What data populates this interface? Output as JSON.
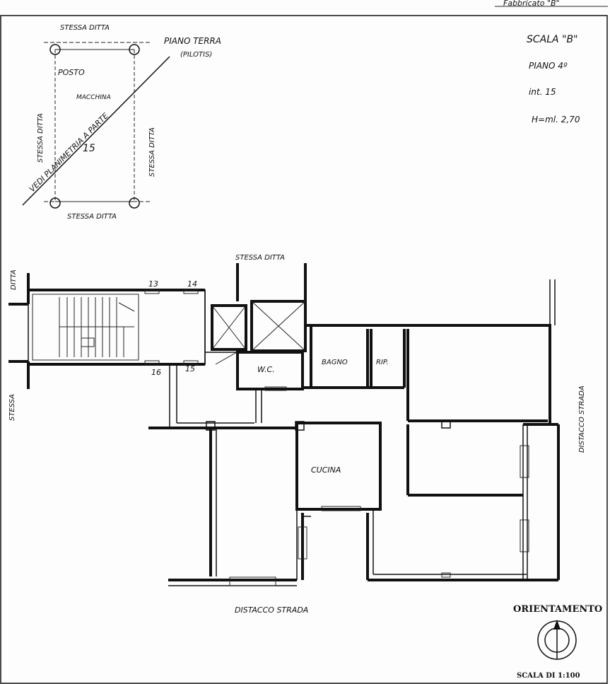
{
  "header": {
    "fabbricato": "Fabbricato \"B\""
  },
  "info": {
    "scala": "SCALA \"B\"",
    "piano": "PIANO 4º",
    "interno": "int. 15",
    "altezza": "H=ml. 2,70"
  },
  "inset": {
    "top": "STESSA DITTA",
    "bottom": "STESSA DITTA",
    "left": "STESSA DITTA",
    "right": "STESSA DITTA",
    "posto": "POSTO",
    "macchina": "MACCHINA",
    "number": "15",
    "piano_terra": "PIANO TERRA",
    "pilotis": "(PILOTIS)",
    "vedi": "VEDI PLANIMETRIA A PARTE"
  },
  "plan": {
    "stessa_ditta_top": "STESSA DITTA",
    "ditta_left": "DITTA",
    "stessa_left": "STESSA",
    "distacco_right": "DISTACCO STRADA",
    "distacco_bottom": "DISTACCO STRADA",
    "wc": "W.C.",
    "bagno": "BAGNO",
    "rip": "RIP.",
    "cucina": "CUCINA",
    "n13": "13",
    "n14": "14",
    "n15": "15",
    "n16": "16"
  },
  "footer": {
    "orientamento": "ORIENTAMENTO",
    "scala_di": "SCALA DI 1:100"
  }
}
